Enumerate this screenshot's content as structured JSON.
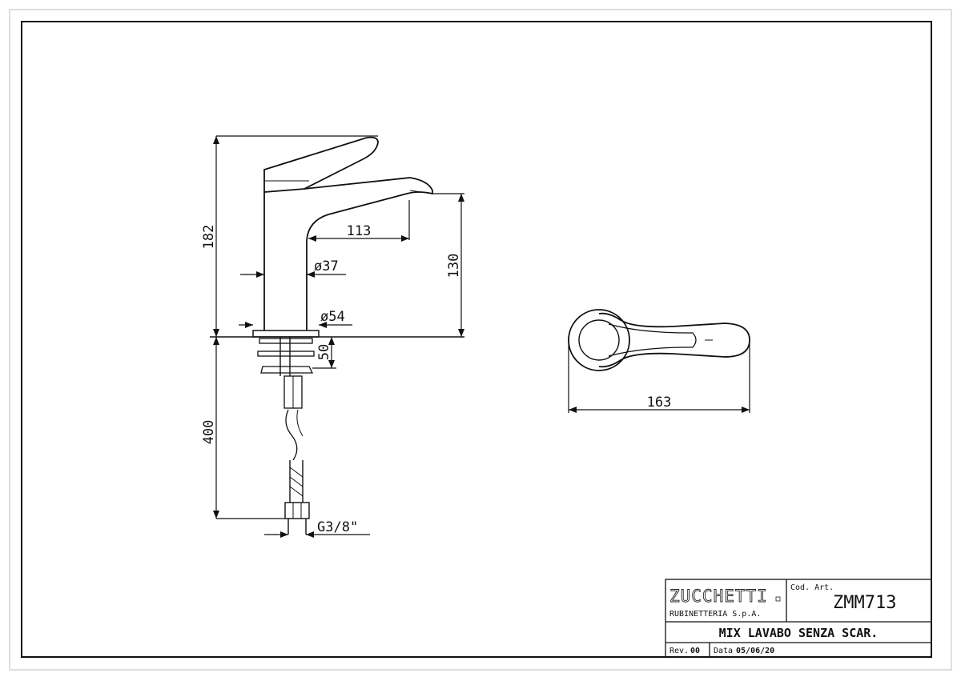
{
  "dimensions": {
    "total_height": "182",
    "spout_reach": "113",
    "spout_height": "130",
    "body_diameter": "ø37",
    "base_diameter": "ø54",
    "shank_length": "50",
    "hose_length": "400",
    "connection": "G3/8\"",
    "top_view_length": "163"
  },
  "title_block": {
    "logo": "ZUCCHETTI",
    "company": "RUBINETTERIA  S.p.A.",
    "code_label": "Cod. Art.",
    "code": "ZMM713",
    "description": "MIX LAVABO SENZA SCAR.",
    "rev_label": "Rev.",
    "rev": "00",
    "date_label": "Data",
    "date": "05/06/20"
  }
}
